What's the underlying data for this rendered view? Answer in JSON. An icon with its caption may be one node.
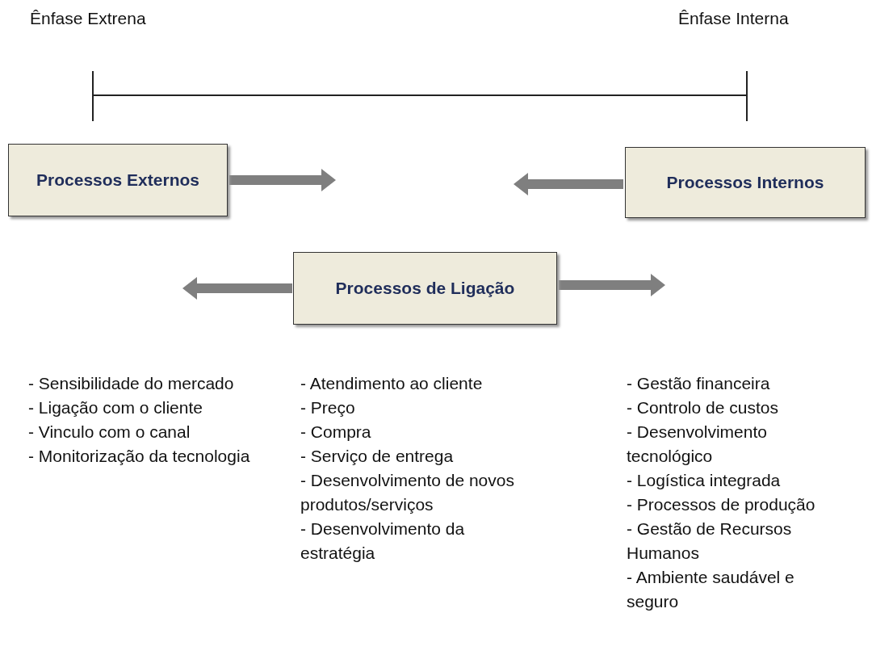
{
  "diagram": {
    "nodes": [
      {
        "text": [
          "Processos Externos"
        ]
      },
      {
        "text": [
          "Processos Internos"
        ]
      },
      {
        "text": [
          "Processos de Ligação"
        ]
      }
    ],
    "edges": [
      {
        "from": 0,
        "to": null,
        "arrow": "to"
      },
      {
        "from": 1,
        "to": null,
        "arrow": "to"
      },
      {
        "from": 2,
        "to": null,
        "arrow": "to"
      },
      {
        "from": 2,
        "to": null,
        "arrow": "to"
      }
    ],
    "labels": [
      "Ênfase Extrena",
      "Ênfase Interna",
      "- Sensibilidade do mercado",
      "- Ligação com o cliente",
      "- Vinculo com o canal",
      "- Monitorização da tecnologia",
      "- Atendimento ao cliente",
      "- Preço",
      "- Compra",
      "- Serviço de entrega",
      "- Desenvolvimento de novos produtos/serviços",
      "- Desenvolvimento da estratégia",
      "- Gestão financeira",
      "- Controlo de custos",
      "- Desenvolvimento tecnológico",
      "- Logística integrada",
      "- Processos de produção",
      "- Gestão de Recursos Humanos",
      "- Ambiente saudável e seguro"
    ]
  }
}
